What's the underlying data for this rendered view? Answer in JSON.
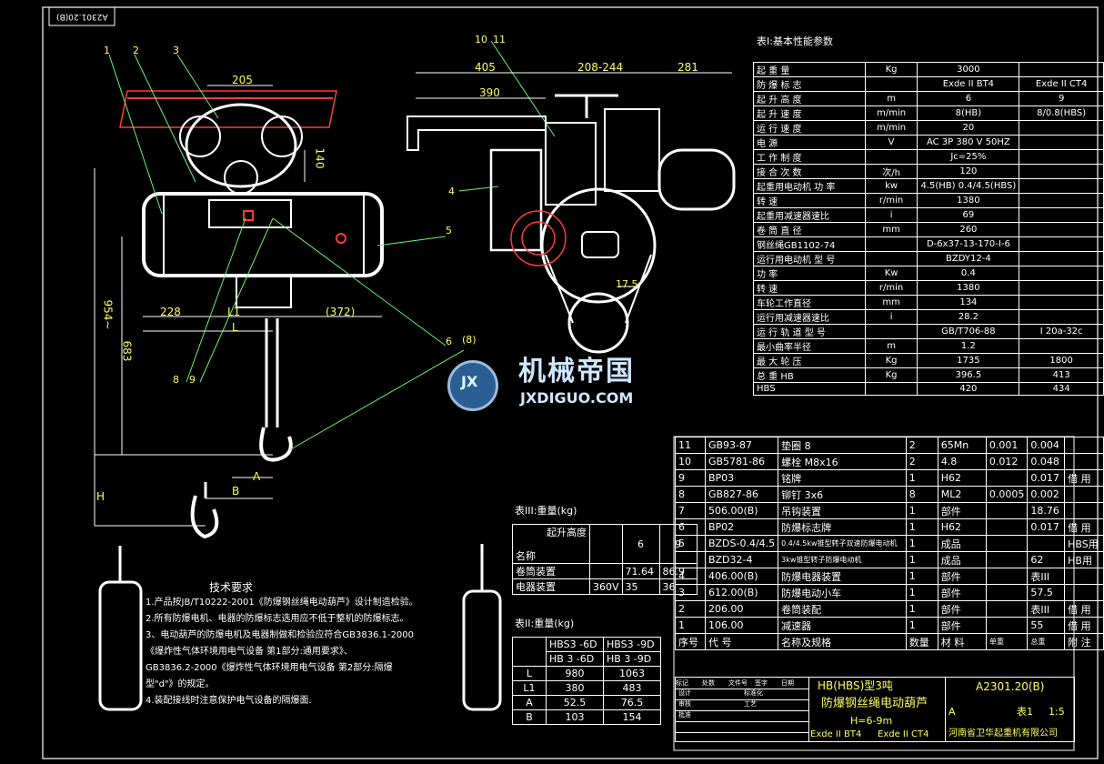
{
  "corner_tag": "A2301.20(B)",
  "title_block": {
    "main_title": "HB(HBS)型3吨",
    "subtitle": "防爆钢丝绳电动葫芦",
    "span": "H=6-9m",
    "code_left": "Exde II BT4",
    "code_right": "Exde II CT4",
    "drawing_no": "A2301.20(B)",
    "scale_label": "1:5",
    "sheet": "表1",
    "grade": "A",
    "company": "河南省卫华起重机有限公司",
    "stamp_rows": [
      "标记",
      "处数",
      "文件号",
      "签字",
      "日期",
      "设计",
      "标准化",
      "审核",
      "工艺",
      "批准"
    ]
  },
  "table1": {
    "caption": "表I:基本性能参数",
    "rows": [
      [
        "起 重 量",
        "Kg",
        "3000",
        ""
      ],
      [
        "防 爆 标 志",
        "",
        "Exde II BT4",
        "Exde II CT4"
      ],
      [
        "起 升 高 度",
        "m",
        "6",
        "9"
      ],
      [
        "起 升 速 度",
        "m/min",
        "8(HB)",
        "8/0.8(HBS)"
      ],
      [
        "运 行 速 度",
        "m/min",
        "20",
        ""
      ],
      [
        "电 源",
        "V",
        "AC 3P 380 V 50HZ",
        ""
      ],
      [
        "工 作 制 度",
        "",
        "Jc=25%",
        ""
      ],
      [
        "接 合 次 数",
        "次/h",
        "120",
        ""
      ],
      [
        "起重用电动机 功 率",
        "kw",
        "4.5(HB) 0.4/4.5(HBS)",
        ""
      ],
      [
        "转 速",
        "r/min",
        "1380",
        ""
      ],
      [
        "起重用减速器速比",
        "i",
        "69",
        ""
      ],
      [
        "卷 筒 直 径",
        "mm",
        "260",
        ""
      ],
      [
        "钢丝绳GB1102-74",
        "",
        "D-6x37-13-170-I-6",
        ""
      ],
      [
        "运行用电动机 型 号",
        "",
        "BZDY12-4",
        ""
      ],
      [
        "功 率",
        "Kw",
        "0.4",
        ""
      ],
      [
        "转 速",
        "r/min",
        "1380",
        ""
      ],
      [
        "车轮工作直径",
        "mm",
        "134",
        ""
      ],
      [
        "运行用减速器速比",
        "i",
        "28.2",
        ""
      ],
      [
        "运 行 轨 道 型 号",
        "",
        "GB/T706-88",
        "I 20a-32c"
      ],
      [
        "最小曲率半径",
        "m",
        "1.2",
        ""
      ],
      [
        "最 大 轮 压",
        "Kg",
        "1735",
        "1800"
      ],
      [
        "总 重 HB",
        "Kg",
        "396.5",
        "413"
      ],
      [
        "HBS",
        "",
        "420",
        "434"
      ]
    ]
  },
  "bom": {
    "header": [
      "序号",
      "代 号",
      "名称及规格",
      "数量",
      "材 料",
      "单重",
      "总重",
      "附 注"
    ],
    "rows": [
      [
        "11",
        "GB93-87",
        "垫圈 8",
        "2",
        "65Mn",
        "0.001",
        "0.004",
        ""
      ],
      [
        "10",
        "GB5781-86",
        "螺栓 M8x16",
        "2",
        "4.8",
        "0.012",
        "0.048",
        ""
      ],
      [
        "9",
        "BP03",
        "铭牌",
        "1",
        "H62",
        "",
        "0.017",
        "借 用"
      ],
      [
        "8",
        "GB827-86",
        "铆钉 3x6",
        "8",
        "ML2",
        "0.0005",
        "0.002",
        ""
      ],
      [
        "7",
        "506.00(B)",
        "吊钩装置",
        "1",
        "部件",
        "",
        "18.76",
        ""
      ],
      [
        "6",
        "BP02",
        "防爆标志牌",
        "1",
        "H62",
        "",
        "0.017",
        "借 用"
      ],
      [
        "5",
        "BZDS-0.4/4.5",
        "0.4/4.5kw锥型转子双速防爆电动机",
        "1",
        "成品",
        "",
        "",
        "HBS用"
      ],
      [
        "",
        "BZD32-4",
        "3kw锥型转子防爆电动机",
        "1",
        "成品",
        "",
        "62",
        "HB用"
      ],
      [
        "4",
        "406.00(B)",
        "防爆电器装置",
        "1",
        "部件",
        "",
        "表III",
        ""
      ],
      [
        "3",
        "612.00(B)",
        "防爆电动小车",
        "1",
        "部件",
        "",
        "57.5",
        ""
      ],
      [
        "2",
        "206.00",
        "卷筒装配",
        "1",
        "部件",
        "",
        "表III",
        "借 用"
      ],
      [
        "1",
        "106.00",
        "减速器",
        "1",
        "部件",
        "",
        "55",
        "借 用"
      ]
    ]
  },
  "table3": {
    "caption": "表III:重量(kg)",
    "head_a": "起升高度",
    "head_b": "名称",
    "cols": [
      "6",
      "9"
    ],
    "rows": [
      [
        "卷筒装置",
        "",
        "71.64",
        "86.9"
      ],
      [
        "电器装置",
        "360V",
        "35",
        "36"
      ]
    ]
  },
  "table2": {
    "caption": "表II:重量(kg)",
    "cols": [
      "HBS3 -6D",
      "HBS3 -9D"
    ],
    "cols2": [
      "HB 3 -6D",
      "HB 3 -9D"
    ],
    "rows": [
      [
        "L",
        "980",
        "1063"
      ],
      [
        "L1",
        "380",
        "483"
      ],
      [
        "A",
        "52.5",
        "76.5"
      ],
      [
        "B",
        "103",
        "154"
      ]
    ]
  },
  "notes": {
    "title": "技术要求",
    "lines": [
      "1.产品按JB/T10222-2001《防爆钢丝绳电动葫芦》设计制造检验。",
      "2.所有防爆电机、电器的防爆标志选用应不低于整机的防爆标志。",
      "3、电动葫芦的防爆电机及电器制做和检验应符合GB3836.1-2000",
      "《爆炸性气体环境用电气设备 第1部分:通用要求》、",
      "GB3836.2-2000《爆炸性气体环境用电气设备 第2部分:隔爆",
      "型\"d\"》的规定。",
      "4.装配接线时注意保护电气设备的隔爆面."
    ]
  },
  "dims": {
    "d205": "205",
    "d140": "140",
    "d228": "228",
    "dL1": "L1",
    "dL": "L",
    "d372": "(372)",
    "d954": "954~",
    "d683": "683",
    "dA": "A",
    "dB": "B",
    "dH": "H",
    "d405": "405",
    "d208": "208-244",
    "d281": "281",
    "d390": "390",
    "d17": "17.5"
  },
  "balloons": {
    "b1": "1",
    "b2": "2",
    "b3": "3",
    "b4": "4",
    "b5": "5",
    "b6": "6",
    "b8p": "(8)",
    "b8": "8",
    "b9": "9",
    "b10": "10",
    "b11": "11"
  },
  "watermark": {
    "name": "机械帝国",
    "url": "JXDIGUO.COM",
    "logo": "JX"
  },
  "colors": {
    "background": "#000000",
    "lines": "#ffffff",
    "dims": "#ffff55",
    "leaders": "#6cf56c",
    "accent": "#ff3b3b"
  }
}
